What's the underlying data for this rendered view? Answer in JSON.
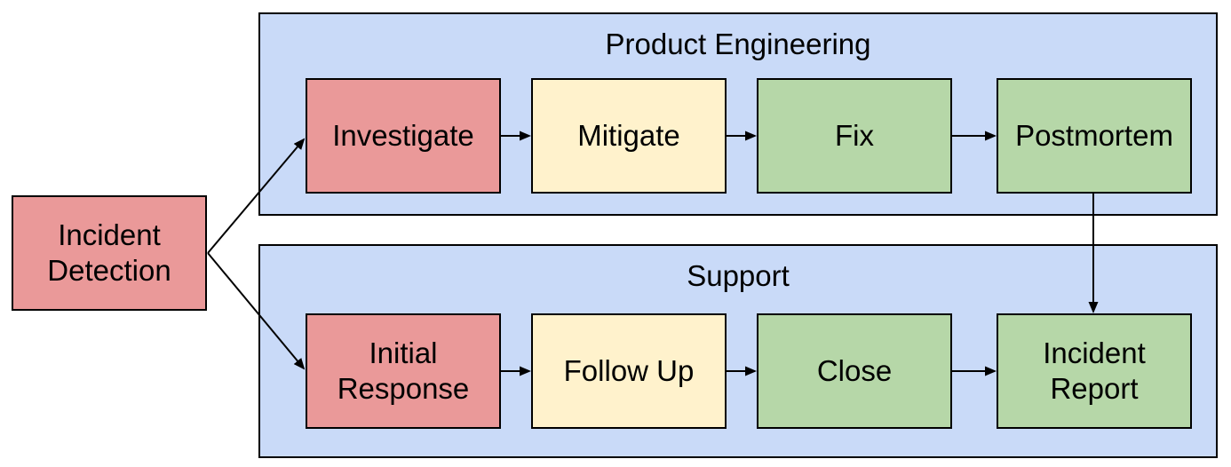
{
  "palette": {
    "canvas_bg": "#ffffff",
    "container_fill": "#c9daf8",
    "red_fill": "#ea9999",
    "yellow_fill": "#fff2cc",
    "green_fill": "#b6d7a8",
    "border": "#000000",
    "text": "#000000",
    "arrow": "#000000"
  },
  "diagram": {
    "type": "flowchart",
    "groups": [
      {
        "id": "product-engineering",
        "label": "Product Engineering"
      },
      {
        "id": "support",
        "label": "Support"
      }
    ],
    "nodes": [
      {
        "id": "incident-detection",
        "label": "Incident Detection",
        "color": "red",
        "group": null
      },
      {
        "id": "investigate",
        "label": "Investigate",
        "color": "red",
        "group": "product-engineering"
      },
      {
        "id": "mitigate",
        "label": "Mitigate",
        "color": "yellow",
        "group": "product-engineering"
      },
      {
        "id": "fix",
        "label": "Fix",
        "color": "green",
        "group": "product-engineering"
      },
      {
        "id": "postmortem",
        "label": "Postmortem",
        "color": "green",
        "group": "product-engineering"
      },
      {
        "id": "initial-response",
        "label": "Initial Response",
        "color": "red",
        "group": "support"
      },
      {
        "id": "follow-up",
        "label": "Follow Up",
        "color": "yellow",
        "group": "support"
      },
      {
        "id": "close",
        "label": "Close",
        "color": "green",
        "group": "support"
      },
      {
        "id": "incident-report",
        "label": "Incident Report",
        "color": "green",
        "group": "support"
      }
    ],
    "edges": [
      {
        "from": "incident-detection",
        "to": "investigate"
      },
      {
        "from": "incident-detection",
        "to": "initial-response"
      },
      {
        "from": "investigate",
        "to": "mitigate"
      },
      {
        "from": "mitigate",
        "to": "fix"
      },
      {
        "from": "fix",
        "to": "postmortem"
      },
      {
        "from": "postmortem",
        "to": "incident-report"
      },
      {
        "from": "initial-response",
        "to": "follow-up"
      },
      {
        "from": "follow-up",
        "to": "close"
      },
      {
        "from": "close",
        "to": "incident-report"
      }
    ]
  }
}
